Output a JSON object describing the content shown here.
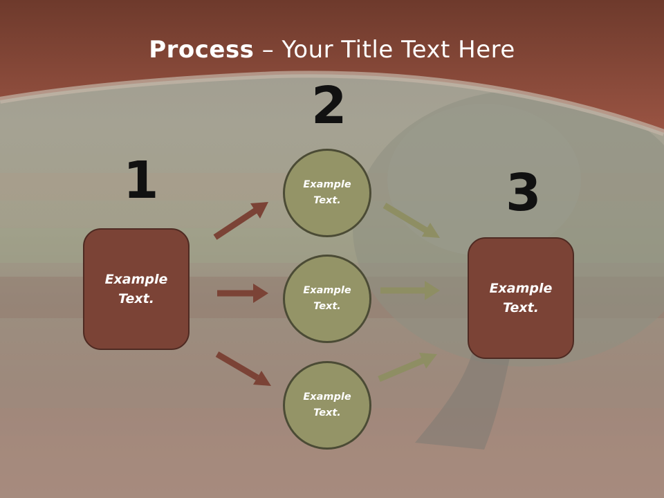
{
  "title": {
    "bold": "Process",
    "rest": " – Your Title Text Here"
  },
  "steps": [
    {
      "number": "1",
      "label": "Example\nText."
    },
    {
      "number": "2",
      "labels": [
        "Example\nText.",
        "Example\nText.",
        "Example\nText."
      ]
    },
    {
      "number": "3",
      "label": "Example\nText."
    }
  ],
  "colors": {
    "header": "#8f4a3a",
    "box_fill": "#7b4336",
    "circle_fill": "#949467",
    "arrow_brown": "#7b4336",
    "arrow_olive": "#8e8e63"
  }
}
